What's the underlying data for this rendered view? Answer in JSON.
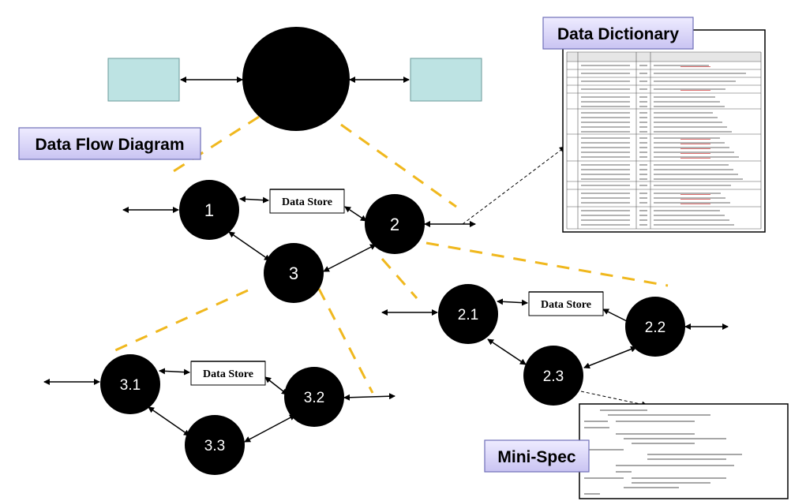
{
  "labels": {
    "dfd": "Data Flow Diagram",
    "dictionary": "Data Dictionary",
    "minispec": "Mini-Spec"
  },
  "nodes": {
    "p1": "1",
    "p2": "2",
    "p3": "3",
    "p21": "2.1",
    "p22": "2.2",
    "p23": "2.3",
    "p31": "3.1",
    "p32": "3.2",
    "p33": "3.3"
  },
  "stores": {
    "ds_top": "Data Store",
    "ds_mid": "Data Store",
    "ds_bot": "Data Store"
  },
  "colors": {
    "entity_fill": "#bde3e3",
    "badge_fill": "#d9d6f7",
    "dash": "#f0b81e",
    "process": "#000000"
  }
}
